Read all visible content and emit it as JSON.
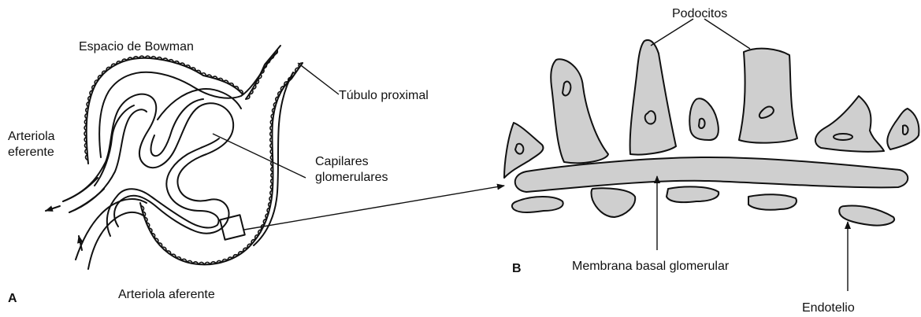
{
  "panel_a": {
    "letter": "A",
    "labels": {
      "bowman_space": "Espacio de Bowman",
      "proximal_tubule": "Túbulo proximal",
      "efferent_line1": "Arteriola",
      "efferent_line2": "eferente",
      "capillaries_line1": "Capilares",
      "capillaries_line2": "glomerulares",
      "afferent": "Arteriola aferente"
    }
  },
  "panel_b": {
    "letter": "B",
    "labels": {
      "podocytes": "Podocitos",
      "basement_membrane": "Membrana basal glomerular",
      "endothelium": "Endotelio"
    }
  }
}
